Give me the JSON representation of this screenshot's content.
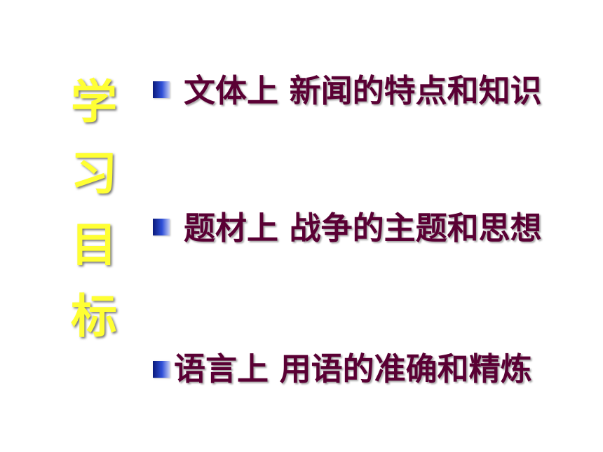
{
  "vertical_title": [
    "学",
    "习",
    "目",
    "标"
  ],
  "bullets": [
    {
      "text": "文体上  新闻的特点和知识"
    },
    {
      "text": "题材上  战争的主题和思想"
    },
    {
      "text": "语言上  用语的准确和精炼"
    }
  ],
  "colors": {
    "background": "#ffffff",
    "title": "#ffff33",
    "bullet_text": "#5a0034",
    "bullet_icon": "#3050d8"
  }
}
